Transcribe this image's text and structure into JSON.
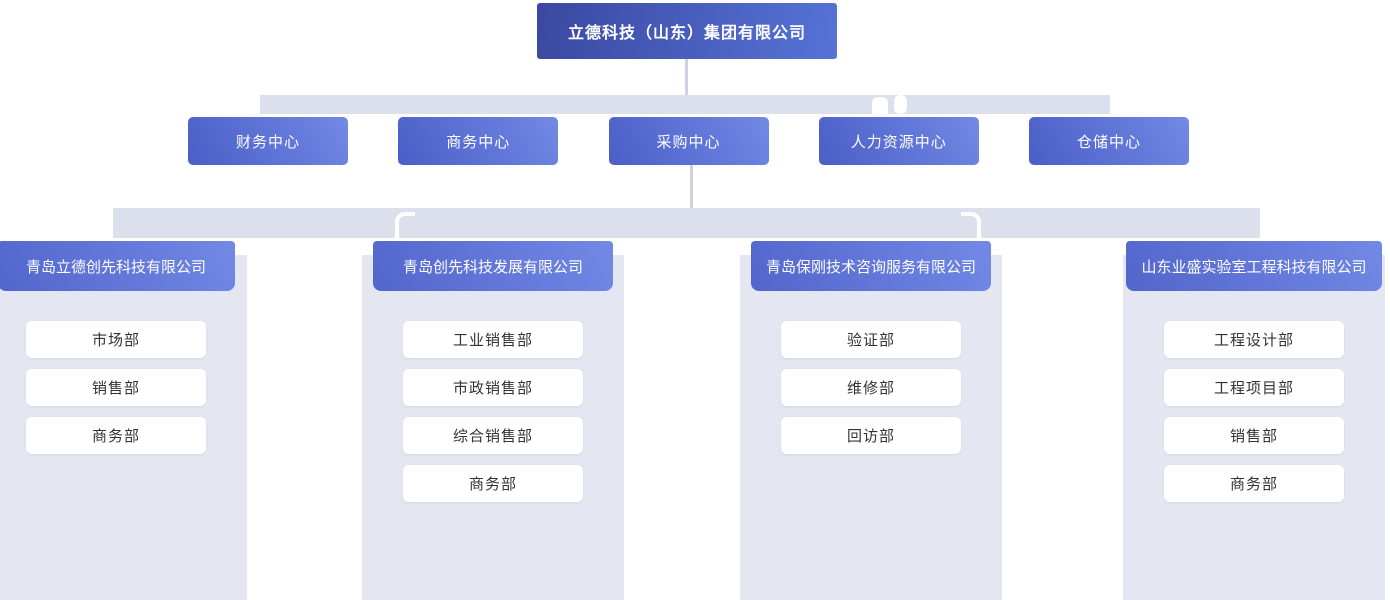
{
  "root": {
    "name": "立德科技（山东）集团有限公司"
  },
  "centers": [
    {
      "label": "财务中心"
    },
    {
      "label": "商务中心"
    },
    {
      "label": "采购中心"
    },
    {
      "label": "人力资源中心"
    },
    {
      "label": "仓储中心"
    }
  ],
  "subsidiaries": [
    {
      "name": "青岛立德创先科技有限公司",
      "departments": [
        "市场部",
        "销售部",
        "商务部"
      ]
    },
    {
      "name": "青岛创先科技发展有限公司",
      "departments": [
        "工业销售部",
        "市政销售部",
        "综合销售部",
        "商务部"
      ]
    },
    {
      "name": "青岛保刚技术咨询服务有限公司",
      "departments": [
        "验证部",
        "维修部",
        "回访部"
      ]
    },
    {
      "name": "山东业盛实验室工程科技有限公司",
      "departments": [
        "工程设计部",
        "工程项目部",
        "销售部",
        "商务部"
      ]
    }
  ],
  "colors": {
    "root_from": "#3a48a0",
    "root_to": "#5673d8",
    "center_from": "#4a5ec7",
    "center_to": "#7289e5",
    "header_from": "#5265cc",
    "header_to": "#7289e5",
    "band": "#dbe0ec",
    "panel": "#e4e7f1",
    "line": "#ccd2e2",
    "dept_text": "#333333"
  }
}
